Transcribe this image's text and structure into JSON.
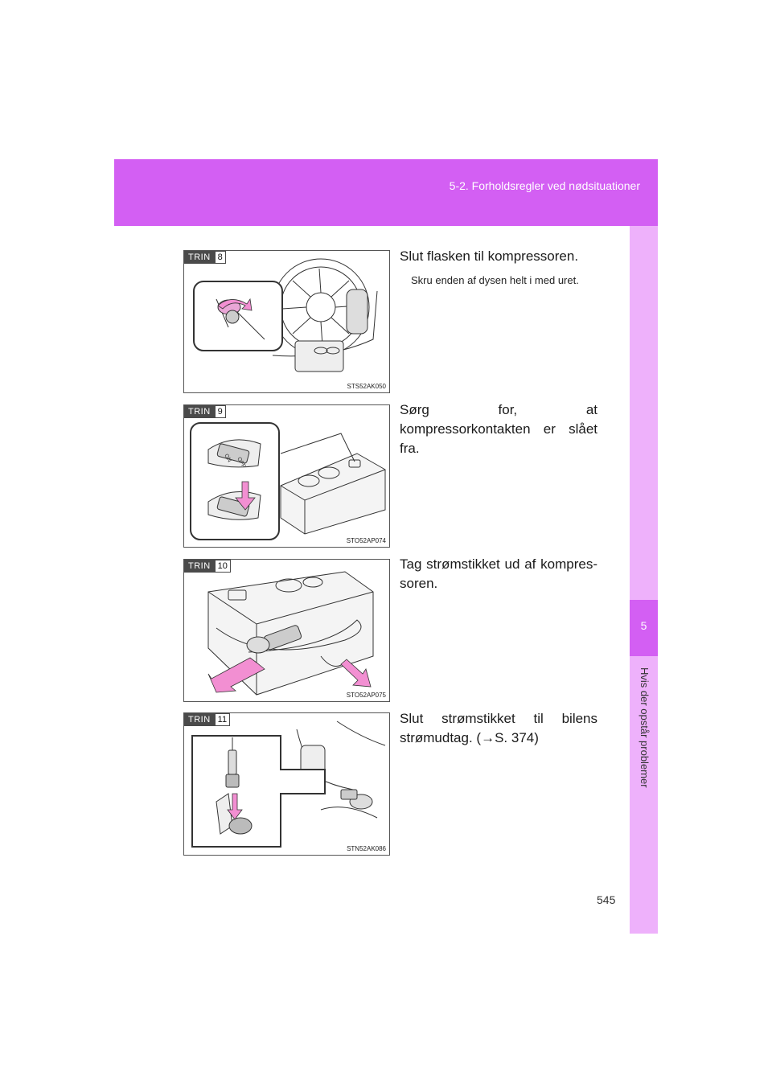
{
  "header": {
    "section_title": "5-2. Forholdsregler ved nødsituationer"
  },
  "sidebar": {
    "chapter_number": "5",
    "chapter_label": "Hvis der opstår problemer"
  },
  "page_number": "545",
  "colors": {
    "header": "#d35ff3",
    "side_strip": "#eeb1fb",
    "arrow_pink": "#f28fd2"
  },
  "steps": [
    {
      "badge_word": "TRIN",
      "badge_num": "8",
      "figure_code": "STS52AK050",
      "text": "Slut flasken til kompressoren.",
      "subtext": "Skru enden af dysen helt i med uret."
    },
    {
      "badge_word": "TRIN",
      "badge_num": "9",
      "figure_code": "STO52AP074",
      "text": "Sørg for, at kompressorkontakten er slået fra.",
      "switch_on": "ON",
      "switch_off": "OFF"
    },
    {
      "badge_word": "TRIN",
      "badge_num": "10",
      "figure_code": "STO52AP075",
      "text": "Tag strømstikket ud af kompres-soren."
    },
    {
      "badge_word": "TRIN",
      "badge_num": "11",
      "figure_code": "STN52AK086",
      "text": "Slut strømstikket til bilens strømudtag. (→S. 374)"
    }
  ]
}
